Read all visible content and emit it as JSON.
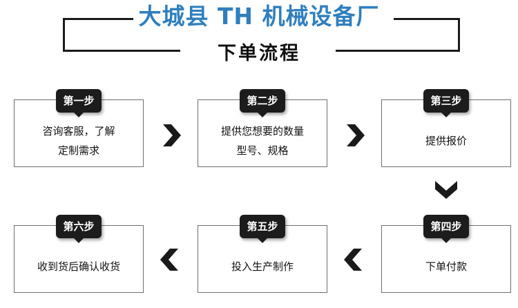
{
  "header": {
    "company": "大城县 TH 机械设备厂",
    "subtitle": "下单流程"
  },
  "steps": [
    {
      "label": "第一步",
      "text": "咨询客服，了解\n定制需求"
    },
    {
      "label": "第二步",
      "text": "提供您想要的数量\n型号、规格"
    },
    {
      "label": "第三步",
      "text": "提供报价"
    },
    {
      "label": "第四步",
      "text": "下单付款"
    },
    {
      "label": "第五步",
      "text": "投入生产制作"
    },
    {
      "label": "第六步",
      "text": "收到货后确认收货"
    }
  ],
  "arrows": {
    "right": "chevron-right-icon",
    "down": "chevron-down-icon",
    "left": "chevron-left-icon",
    "color": "#1a1a1a"
  }
}
